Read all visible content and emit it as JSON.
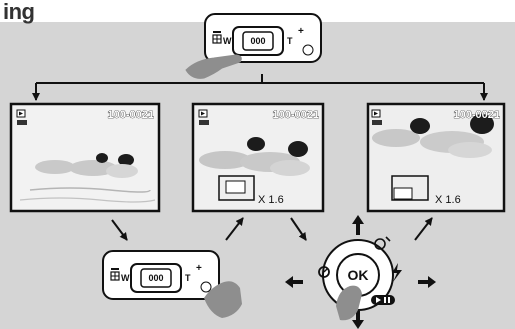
{
  "header": {
    "title": "ing"
  },
  "zoom_control": {
    "wide_label": "W",
    "tele_label": "T",
    "button_text": "000"
  },
  "screens": [
    {
      "file_number": "100-0021"
    },
    {
      "file_number": "100-0021",
      "zoom_label": "X 1.6"
    },
    {
      "file_number": "100-0021",
      "zoom_label": "X 1.6"
    }
  ],
  "nav_pad": {
    "center_label": "OK"
  },
  "colors": {
    "background": "#d5d5d5",
    "frame": "#111111",
    "hand": "#8e8e8e"
  }
}
